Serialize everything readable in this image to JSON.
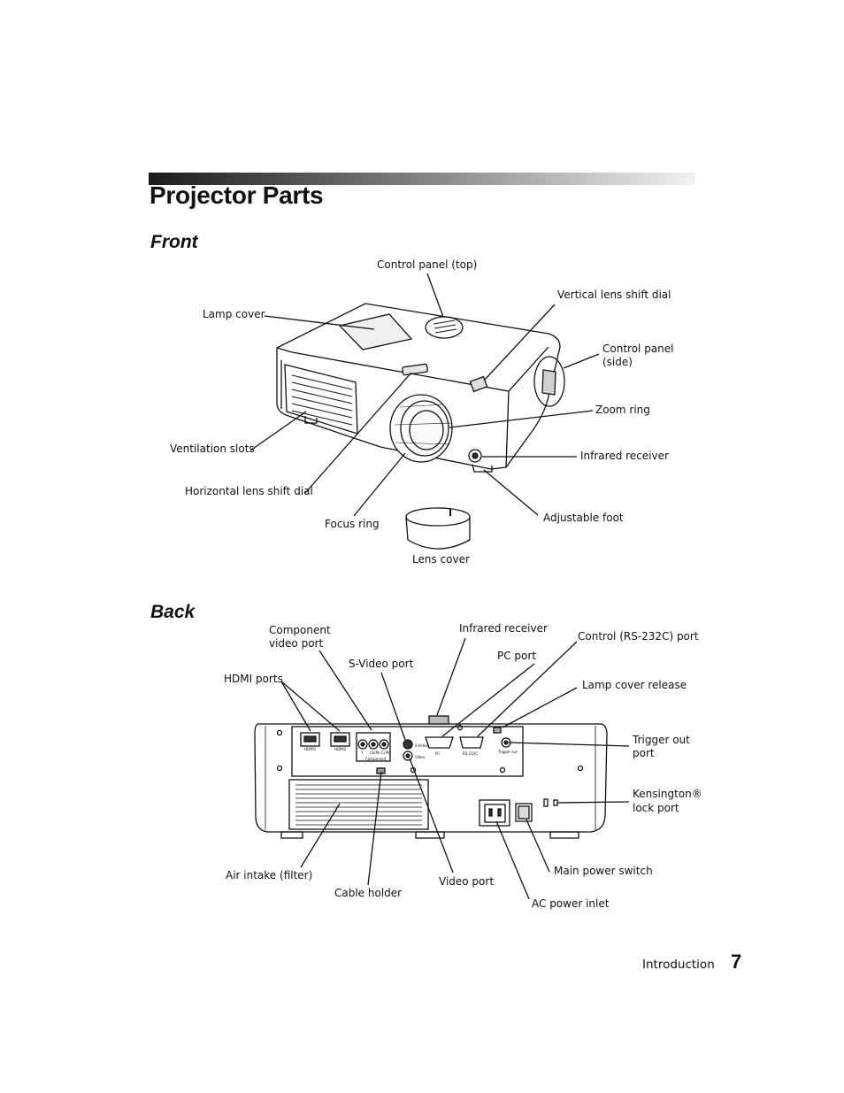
{
  "page": {
    "title": "Projector Parts",
    "footer_section": "Introduction",
    "page_number": "7"
  },
  "front": {
    "heading": "Front",
    "labels": {
      "control_panel_top": "Control panel (top)",
      "vertical_lens_shift_dial": "Vertical lens shift dial",
      "lamp_cover": "Lamp cover",
      "control_panel_side_1": "Control panel",
      "control_panel_side_2": "(side)",
      "zoom_ring": "Zoom ring",
      "ventilation_slots": "Ventilation slots",
      "infrared_receiver": "Infrared receiver",
      "horizontal_lens_shift_dial": "Horizontal lens shift dial",
      "adjustable_foot": "Adjustable foot",
      "focus_ring": "Focus ring",
      "lens_cover": "Lens cover"
    }
  },
  "back": {
    "heading": "Back",
    "labels": {
      "component_video_port_1": "Component",
      "component_video_port_2": "video port",
      "infrared_receiver": "Infrared receiver",
      "control_rs232c_port": "Control (RS-232C) port",
      "pc_port": "PC port",
      "s_video_port": "S-Video port",
      "hdmi_ports": "HDMI ports",
      "lamp_cover_release": "Lamp cover release",
      "trigger_out_port_1": "Trigger out",
      "trigger_out_port_2": "port",
      "kensington_lock_port_1": "Kensington®",
      "kensington_lock_port_2": "lock port",
      "air_intake_filter": "Air intake (filter)",
      "main_power_switch": "Main power switch",
      "video_port": "Video port",
      "cable_holder": "Cable holder",
      "ac_power_inlet": "AC power inlet"
    },
    "panel_text": {
      "hdmi1": "HDMI1",
      "hdmi2": "HDMI2",
      "y": "Y",
      "cb": "Cb/Pb",
      "cr": "Cr/Pr",
      "component": "Component",
      "s_video": "S-Video",
      "video": "Video",
      "pc": "PC",
      "rs232c": "RS-232C",
      "trigger_out": "Trigger out"
    }
  }
}
